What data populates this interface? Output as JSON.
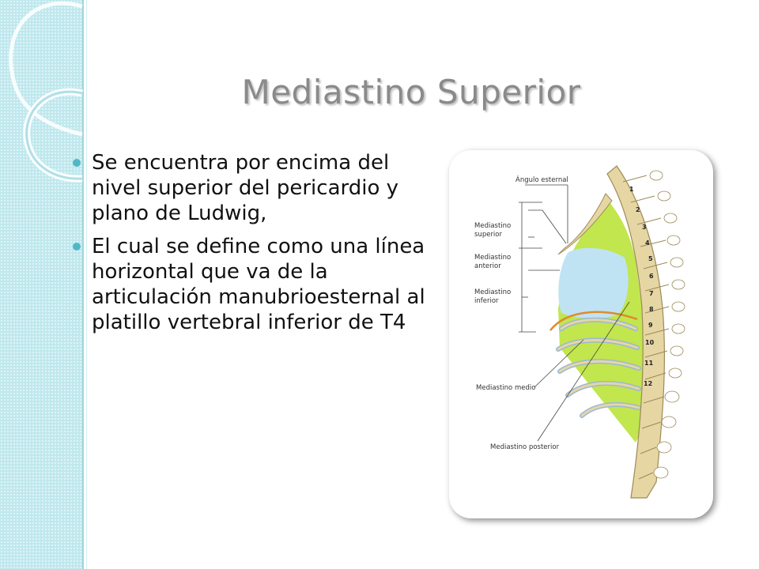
{
  "slide": {
    "title": "Mediastino Superior",
    "bullets": [
      "Se encuentra por encima del nivel superior del pericardio y plano de Ludwig,",
      "El cual se define como una línea horizontal que va de la articulación manubrioesternal al platillo vertebral inferior de T4"
    ]
  },
  "figure": {
    "labels": {
      "angulo_esternal": "Ángulo esternal",
      "mediastino_superior_1": "Mediastino",
      "mediastino_superior_2": "superior",
      "mediastino_anterior_1": "Mediastino",
      "mediastino_anterior_2": "anterior",
      "mediastino_inferior_1": "Mediastino",
      "mediastino_inferior_2": "inferior",
      "mediastino_medio": "Mediastino medio",
      "mediastino_posterior": "Mediastino posterior"
    },
    "vertebra_numbers": [
      "1",
      "2",
      "3",
      "4",
      "5",
      "6",
      "7",
      "8",
      "9",
      "10",
      "11",
      "12"
    ]
  },
  "colors": {
    "accent": "#4fb8c6",
    "band": "#bfe8ee",
    "title": "#8a8a8a",
    "green_region": "#b6e22f",
    "blue_region": "#bfe3f2",
    "bone": "#e6d6a4"
  }
}
